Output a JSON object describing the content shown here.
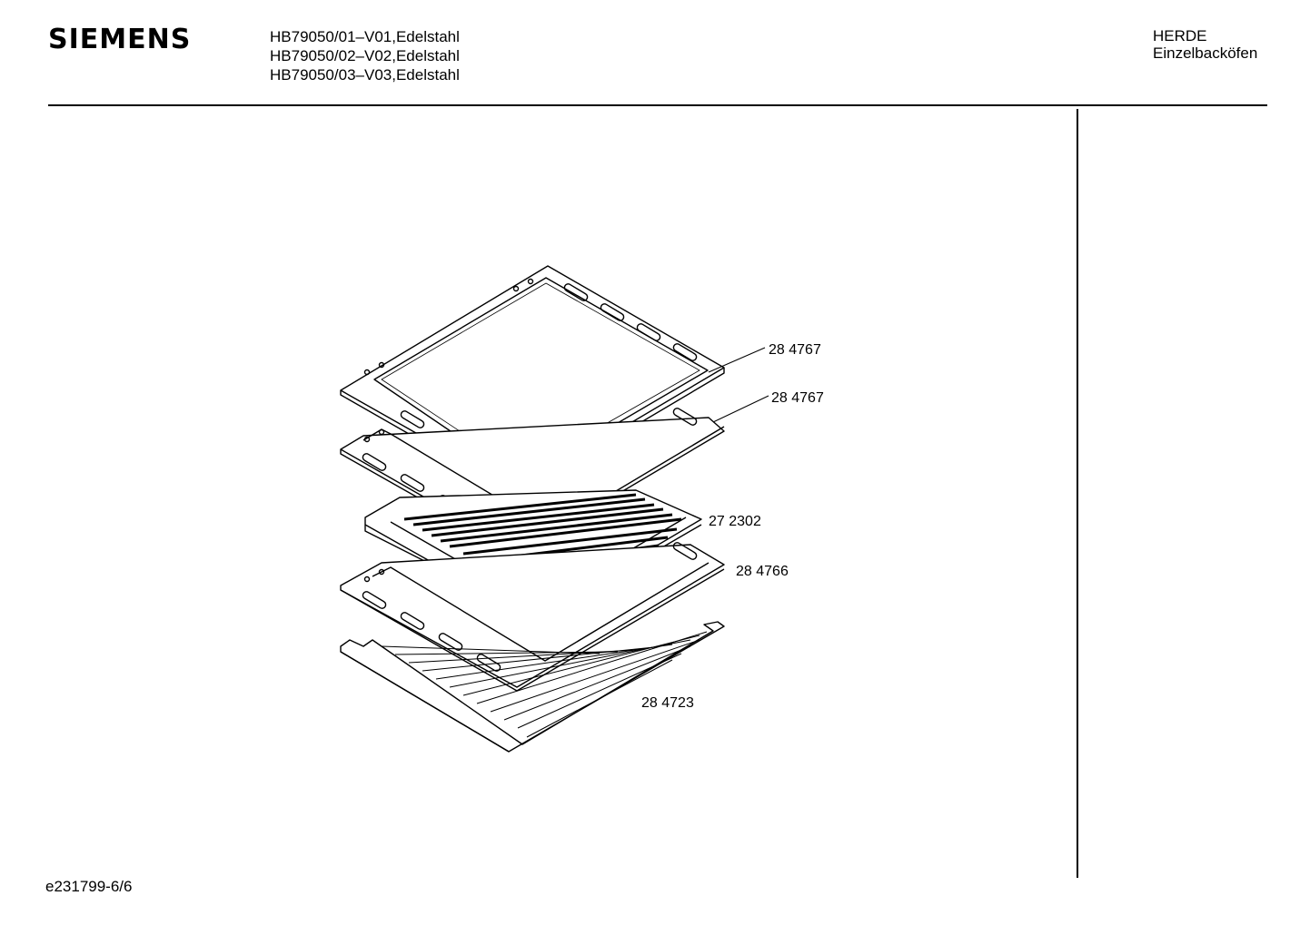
{
  "header": {
    "brand": "SIEMENS",
    "models": [
      "HB79050/01–V01,Edelstahl",
      "HB79050/02–V02,Edelstahl",
      "HB79050/03–V03,Edelstahl"
    ],
    "category_line1": "HERDE",
    "category_line2": "Einzelbacköfen"
  },
  "parts": [
    {
      "number": "28 4767"
    },
    {
      "number": "28 4767"
    },
    {
      "number": "27 2302"
    },
    {
      "number": "28 4766"
    },
    {
      "number": "28 4723"
    }
  ],
  "footer": {
    "doc_id": "e231799-6/6"
  }
}
